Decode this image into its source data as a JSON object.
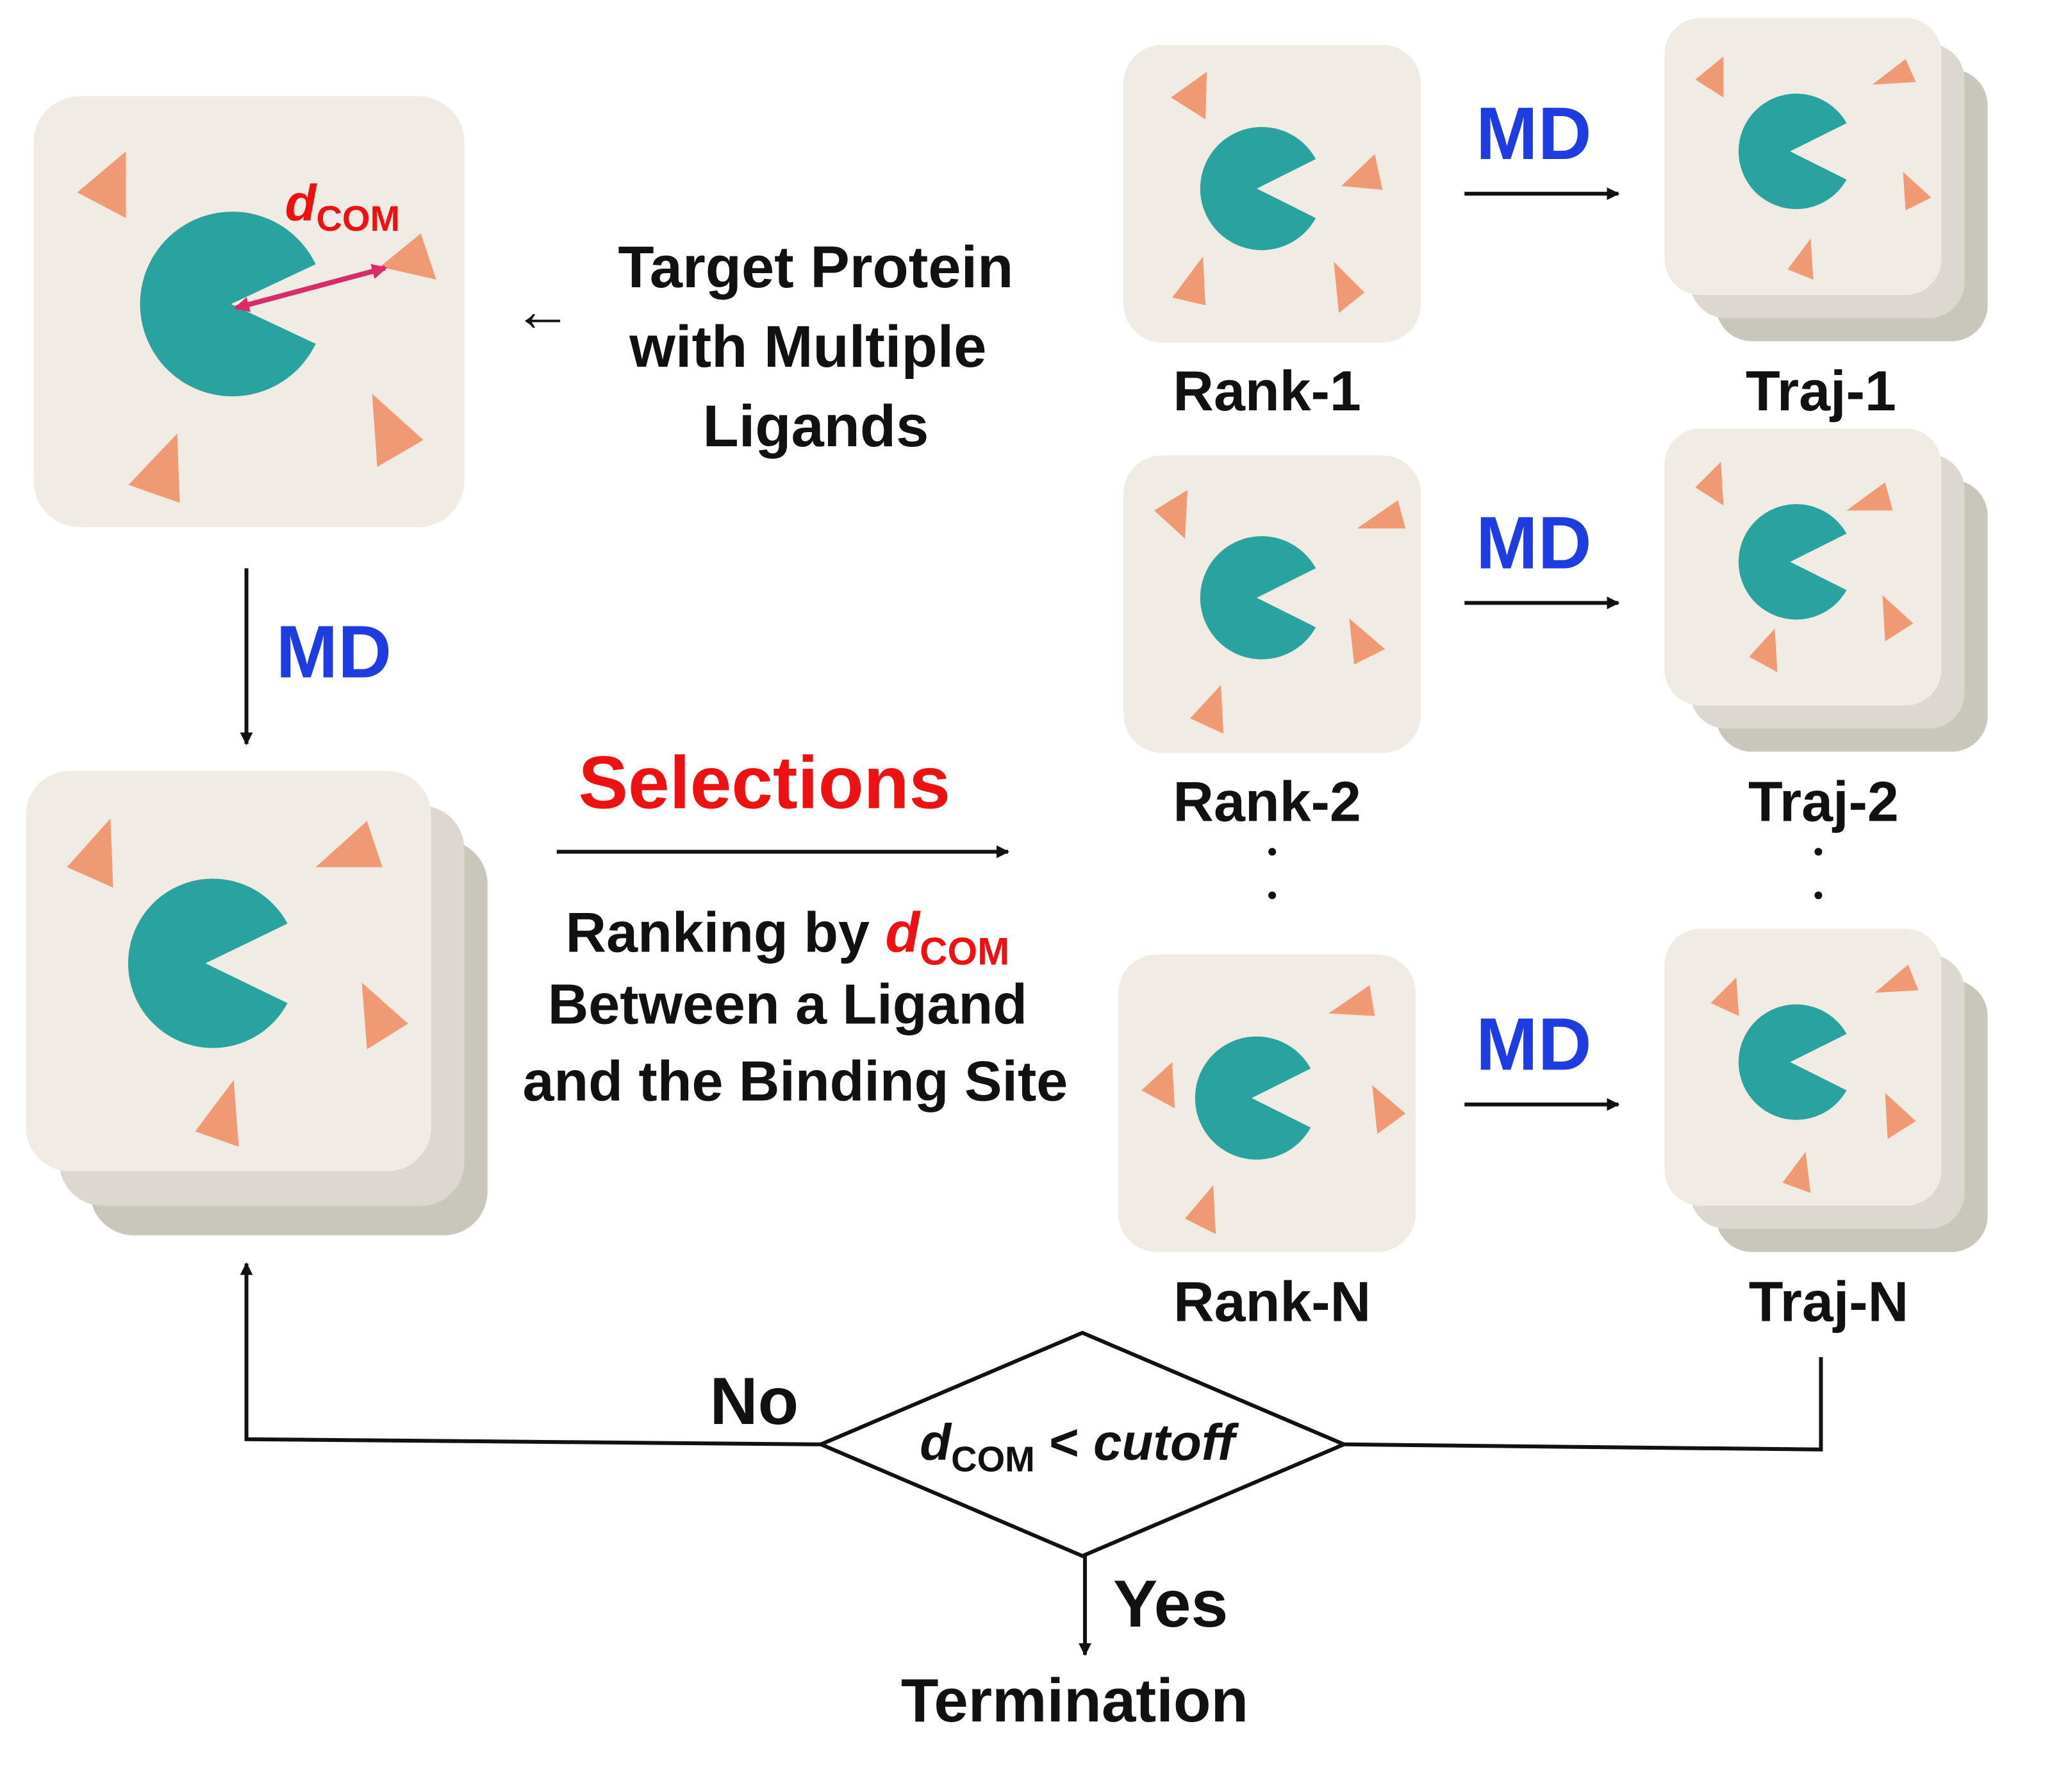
{
  "colors": {
    "card": "#f0ece4",
    "card_shadow1": "#dcd8cf",
    "card_shadow2": "#c9c6bc",
    "protein": "#2aa3a0",
    "ligand": "#ef9a74",
    "distance_arrow": "#d92a6a",
    "md_blue": "#1f3ce0",
    "selection_red": "#ee1111",
    "line": "#111111"
  },
  "icons": {
    "protein": "pacman-protein-icon",
    "ligand": "triangle-ligand-icon"
  },
  "top_card": {
    "d_label": "d",
    "d_subscript": "COM"
  },
  "target_label": {
    "arrow": "←",
    "lines": [
      "Target Protein",
      "with Multiple",
      "Ligands"
    ]
  },
  "md_labels": {
    "vertical": "MD",
    "rank1": "MD",
    "rank2": "MD",
    "rankN": "MD"
  },
  "selections": {
    "title": "Selections",
    "line1_prefix": "Ranking by ",
    "line1_d": "d",
    "line1_sub": "COM",
    "line2": "Between a Ligand",
    "line3": "and the Binding Site"
  },
  "ranks": [
    "Rank-1",
    "Rank-2",
    "Rank-N"
  ],
  "trajs": [
    "Traj-1",
    "Traj-2",
    "Traj-N"
  ],
  "decision": {
    "d": "d",
    "sub": "COM",
    "op": " < ",
    "cutoff": "cutoff",
    "no": "No",
    "yes": "Yes"
  },
  "termination": "Termination"
}
